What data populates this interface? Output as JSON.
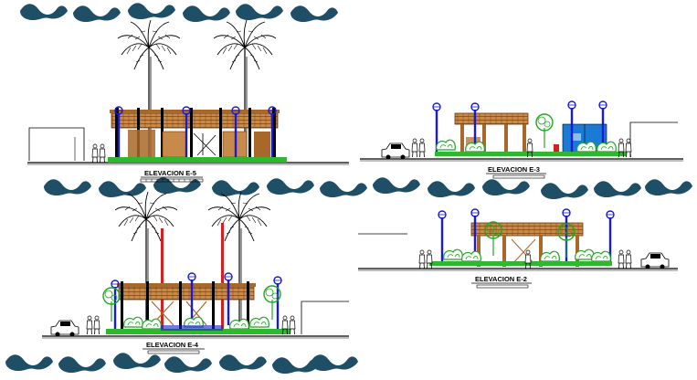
{
  "drawings": [
    {
      "id": "e5",
      "title": "ELEVACION E-5"
    },
    {
      "id": "e3",
      "title": "ELEVACION E-3"
    },
    {
      "id": "e4",
      "title": "ELEVACION E-4"
    },
    {
      "id": "e2",
      "title": "ELEVACION E-2"
    }
  ],
  "colors": {
    "cloud": "#1e4f66",
    "wood": "#a8682a",
    "lamp": "#1a1ad6",
    "plant": "#1ea81e",
    "ground": "#000000",
    "grass": "#2db82d",
    "accent_red": "#d42020",
    "kiosk_blue": "#1a7ad6"
  }
}
